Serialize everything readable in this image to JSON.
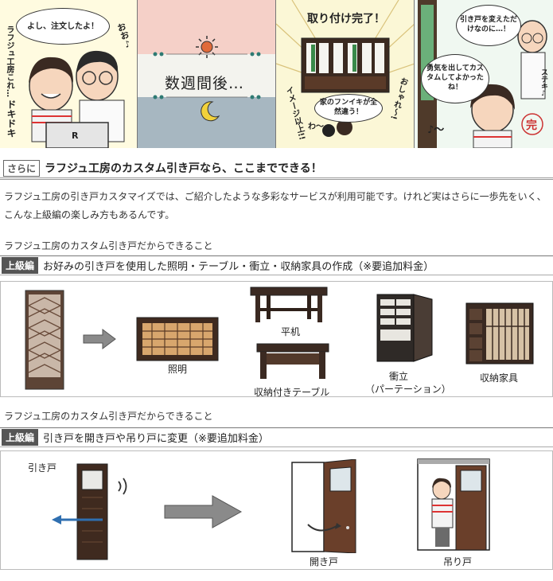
{
  "comic": {
    "p1_bubble": "よし、注文したよ！",
    "p1_side": "おお♪",
    "p1_vertical": "ラフジュ工房これ…",
    "p1_sfx": "ドキドキ",
    "laptop_logo": "R",
    "p2_text": "数週間後…",
    "p3_banner": "取り付け完了！",
    "p3_bubble": "家のフンイキが全然違う！",
    "p3_vertical_left": "イメージ以上!!",
    "p3_vertical_right": "おしゃれ〜!",
    "p3_sfx": "わ〜",
    "p4_bubble_top": "引き戸を変えただけなのに…！",
    "p4_bubble_mid": "勇気を出してカスタムしてよかったね！",
    "p4_side": "ステキ♪",
    "p4_stamp": "完",
    "p4_music": "♪〜"
  },
  "heading": {
    "tag": "さらに",
    "title": "ラフジュ工房のカスタム引き戸なら、ここまでできる！"
  },
  "intro": "ラフジュ工房の引き戸カスタマイズでは、ご紹介したような多彩なサービスが利用可能です。けれど実はさらに一歩先をいく、こんな上級編の楽しみ方もあるんです。",
  "section1": {
    "subline": "ラフジュ工房のカスタム引き戸だからできること",
    "level_tag": "上級編",
    "title": "お好みの引き戸を使用した照明・テーブル・衝立・収納家具の作成（※要追加料金）",
    "captions": {
      "lighting": "照明",
      "desk": "平机",
      "storage_table": "収納付きテーブル",
      "partition_line1": "衝立",
      "partition_line2": "（パーテーション）",
      "cabinet": "収納家具"
    }
  },
  "section2": {
    "subline": "ラフジュ工房のカスタム引き戸だからできること",
    "level_tag": "上級編",
    "title": "引き戸を開き戸や吊り戸に変更（※要追加料金）",
    "captions": {
      "sliding": "引き戸",
      "hinged": "開き戸",
      "hanging": "吊り戸"
    }
  },
  "colors": {
    "wood_dark": "#3f2a1f",
    "wood_mid": "#6b4a35",
    "arrow_gray": "#888888",
    "arrow_blue": "#2f6fb0",
    "tag_bg": "#555555"
  }
}
